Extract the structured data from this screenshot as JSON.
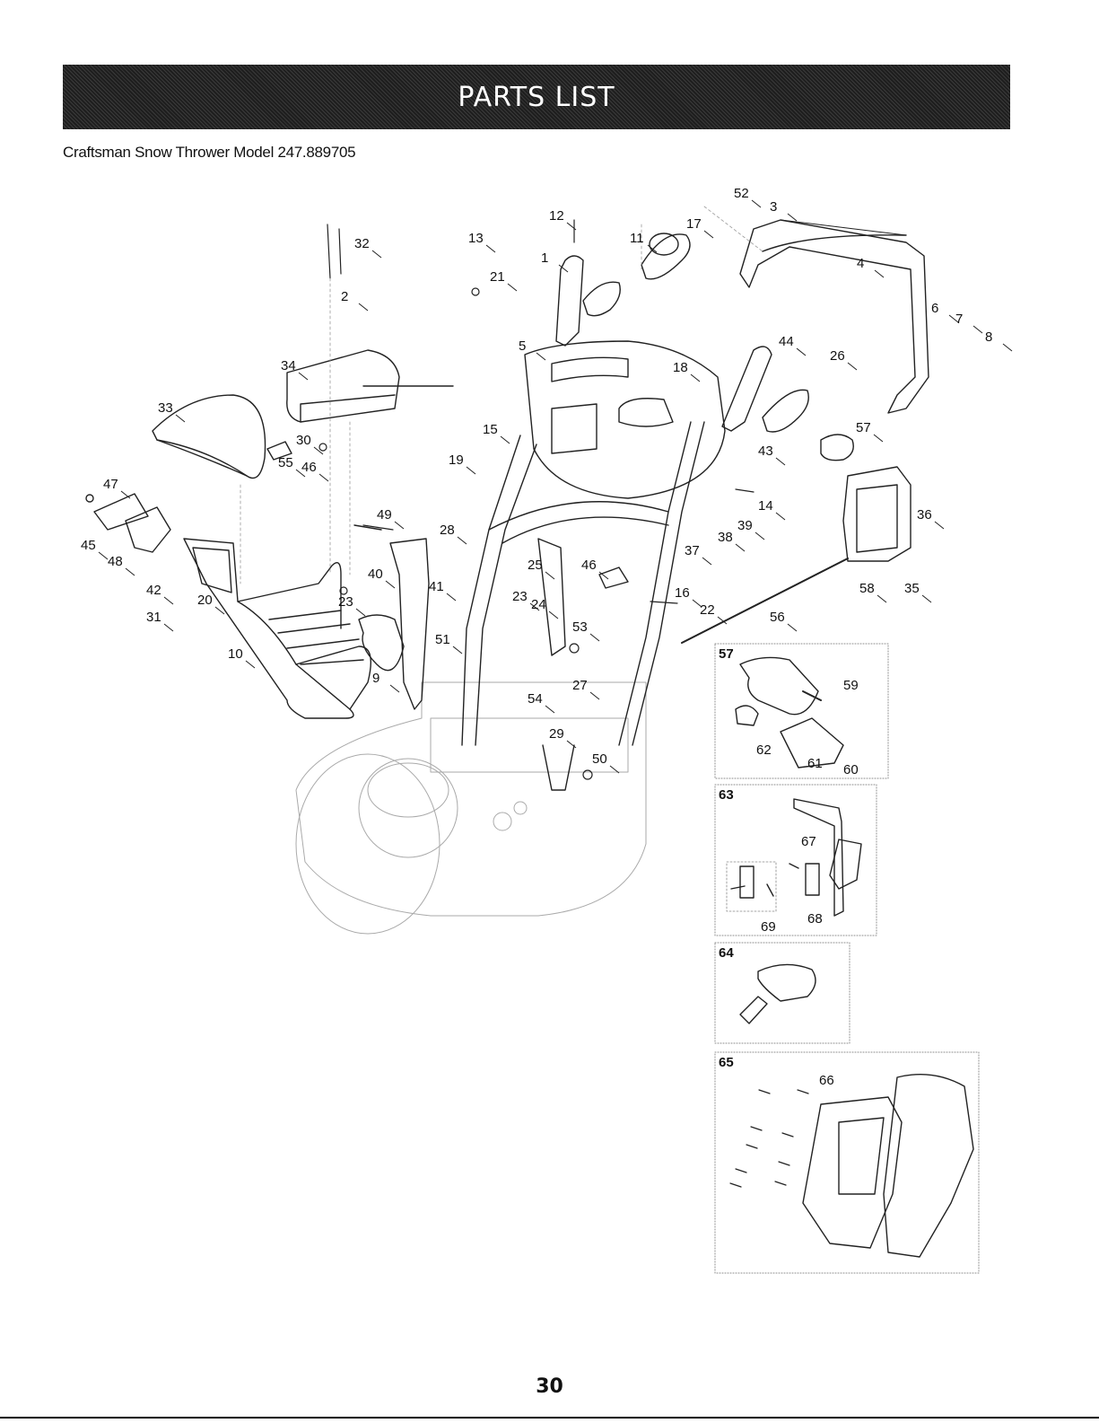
{
  "header": {
    "title": "PARTS LIST",
    "subtitle": "Craftsman Snow Thrower Model 247.889705"
  },
  "footer": {
    "page_number": "30"
  },
  "diagram": {
    "callouts": [
      "1",
      "2",
      "3",
      "4",
      "5",
      "6",
      "7",
      "8",
      "9",
      "10",
      "11",
      "12",
      "13",
      "14",
      "15",
      "16",
      "17",
      "18",
      "19",
      "20",
      "21",
      "22",
      "23",
      "24",
      "25",
      "26",
      "27",
      "28",
      "29",
      "30",
      "31",
      "32",
      "33",
      "34",
      "35",
      "36",
      "37",
      "38",
      "39",
      "40",
      "41",
      "42",
      "43",
      "44",
      "45",
      "46",
      "47",
      "48",
      "49",
      "50",
      "51",
      "52",
      "53",
      "54",
      "55",
      "56",
      "57",
      "58",
      "59",
      "60",
      "61",
      "62",
      "63",
      "64",
      "65",
      "66",
      "67",
      "68",
      "69"
    ],
    "insets": {
      "i57": {
        "title": "57",
        "callouts": [
          "59",
          "62",
          "61",
          "60"
        ]
      },
      "i63": {
        "title": "63",
        "callouts": [
          "67",
          "69",
          "68"
        ]
      },
      "i64": {
        "title": "64"
      },
      "i65": {
        "title": "65",
        "callouts": [
          "66"
        ]
      }
    }
  }
}
